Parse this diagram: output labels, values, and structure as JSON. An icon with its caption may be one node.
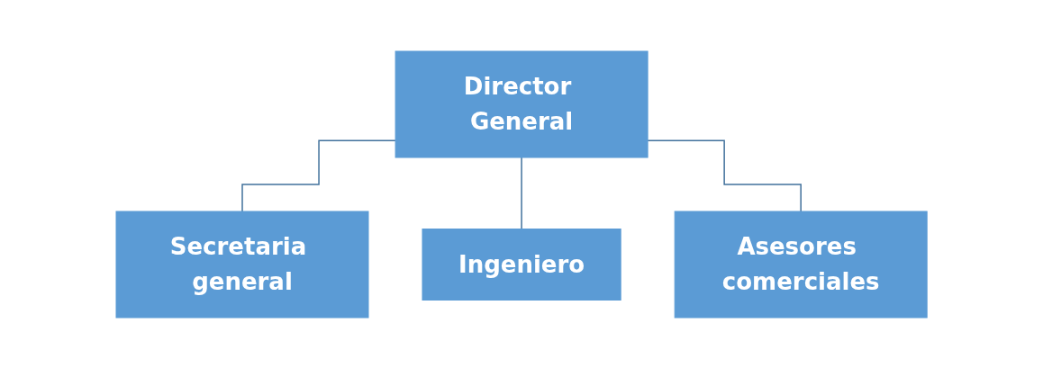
{
  "diagram": {
    "nodes": [
      {
        "text": [
          "Director General"
        ]
      },
      {
        "text": [
          "Secretaria general"
        ]
      },
      {
        "text": [
          "Ingeniero"
        ]
      },
      {
        "text": [
          "Asesores comerciales"
        ]
      }
    ],
    "edges": [
      {
        "from": 0,
        "to": 1,
        "arrow": "none"
      },
      {
        "from": 0,
        "to": 2,
        "arrow": "none"
      },
      {
        "from": 0,
        "to": 3,
        "arrow": "none"
      }
    ]
  }
}
